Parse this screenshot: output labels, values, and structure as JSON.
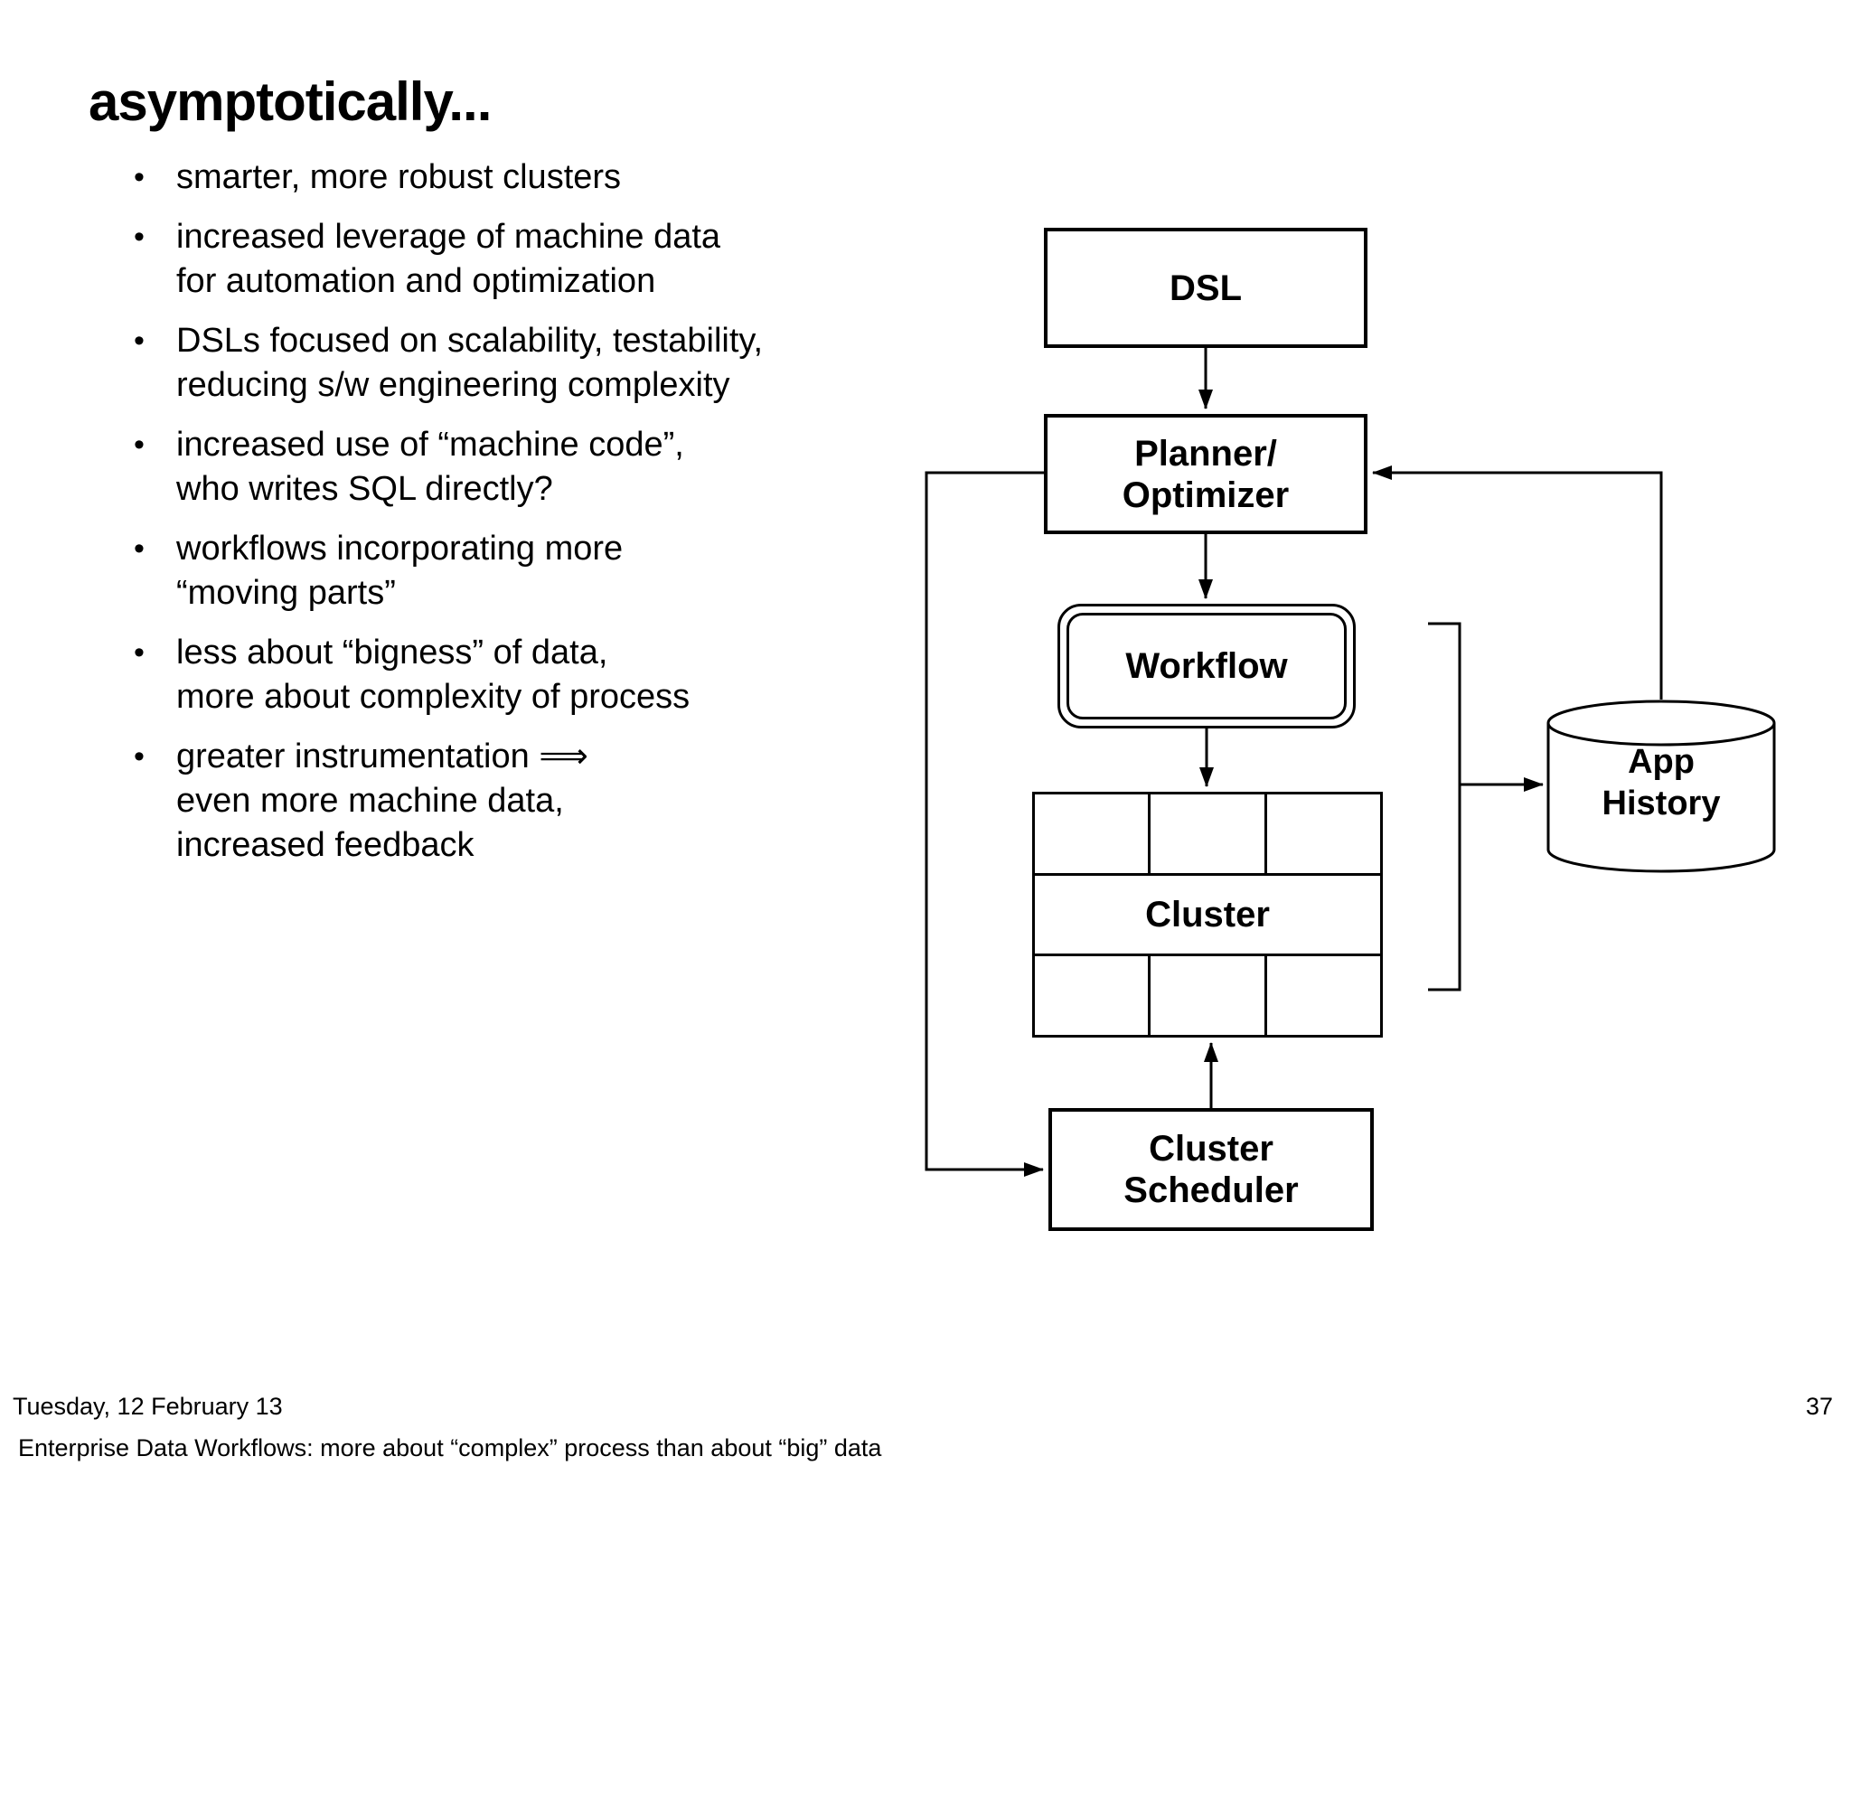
{
  "title": "asymptotically...",
  "glyphs": {
    "bullet": "•"
  },
  "bullets": [
    {
      "lines": [
        "smarter, more robust clusters"
      ]
    },
    {
      "lines": [
        "increased leverage of machine data",
        "for automation and optimization"
      ]
    },
    {
      "lines": [
        "DSLs focused on scalability, testability,",
        "reducing s/w engineering complexity"
      ]
    },
    {
      "lines": [
        "increased use of “machine code”,",
        "who writes SQL directly?"
      ]
    },
    {
      "lines": [
        "workflows incorporating more",
        "“moving parts”"
      ]
    },
    {
      "lines": [
        "less about “bigness” of data,",
        "more about complexity of process"
      ]
    },
    {
      "lines": [
        "greater instrumentation ⟹",
        "even more machine data,",
        "increased feedback"
      ]
    }
  ],
  "diagram": {
    "nodes": {
      "dsl": {
        "label": "DSL"
      },
      "planner": {
        "line1": "Planner/",
        "line2": "Optimizer"
      },
      "workflow": {
        "label": "Workflow"
      },
      "cluster": {
        "label": "Cluster"
      },
      "scheduler": {
        "line1": "Cluster",
        "line2": "Scheduler"
      },
      "app_history": {
        "line1": "App",
        "line2": "History"
      }
    },
    "edges": [
      {
        "from": "dsl",
        "to": "planner"
      },
      {
        "from": "planner",
        "to": "workflow"
      },
      {
        "from": "workflow",
        "to": "cluster"
      },
      {
        "from": "scheduler",
        "to": "cluster"
      },
      {
        "from": "planner",
        "to": "scheduler"
      },
      {
        "from": "workflow-cluster-bracket",
        "to": "app_history"
      },
      {
        "from": "app_history",
        "to": "planner"
      }
    ]
  },
  "footer": {
    "date": "Tuesday, 12 February 13",
    "page_number": "37",
    "subtitle": "Enterprise Data Workflows: more about “complex” process than about “big” data"
  },
  "colors": {
    "ink": "#000000",
    "background": "#ffffff"
  }
}
